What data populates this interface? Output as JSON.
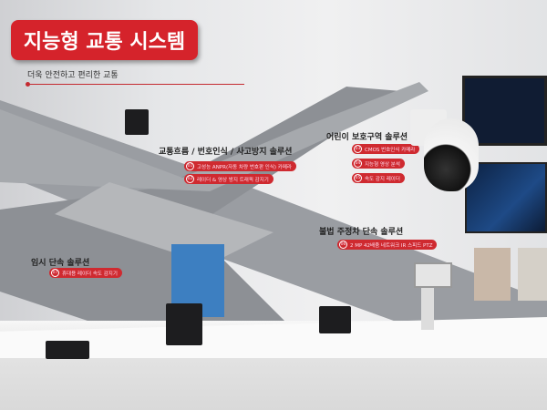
{
  "header": {
    "title": "지능형 교통 시스템",
    "subtitle": "더욱 안전하고 편리한 교통"
  },
  "solutions": [
    {
      "title": "교통흐름 / 번호인식 / 사고방지 솔루션",
      "items": [
        {
          "num": "01",
          "label": "고성능 ANPR(자동 차량 번호판 인식) 카메라"
        },
        {
          "num": "02",
          "label": "레이더 & 영상 방지 트래픽 감지기"
        }
      ]
    },
    {
      "title": "어린이 보호구역 솔루션",
      "items": [
        {
          "num": "03",
          "label": "CMOS 번호인식 카메라"
        },
        {
          "num": "04",
          "label": "지능형 영상 분석"
        },
        {
          "num": "05",
          "label": "속도 감지 레이더"
        }
      ]
    },
    {
      "title": "불법 주정차 단속 솔루션",
      "items": [
        {
          "num": "06",
          "label": "2 MP 42배줌 네트워크 IR 스피드 PTZ"
        }
      ]
    },
    {
      "title": "임시 단속 솔루션",
      "items": [
        {
          "num": "07",
          "label": "휴대용 레이더 속도 감지기"
        }
      ]
    }
  ],
  "colors": {
    "brand": "#d5232b",
    "wall": "#e6e7e9",
    "road": "#8a8d92"
  }
}
